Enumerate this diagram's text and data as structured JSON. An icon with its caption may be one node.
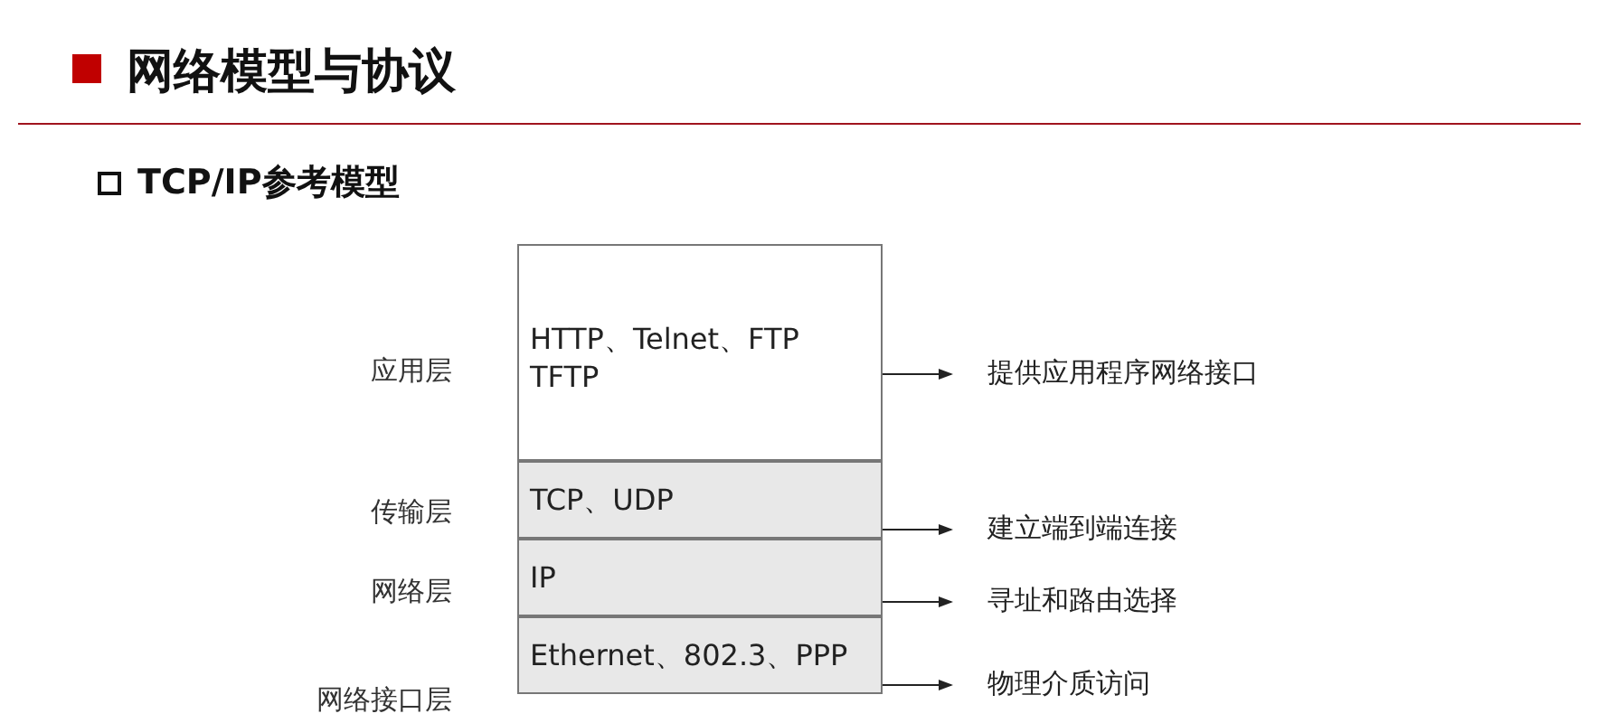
{
  "diagram": {
    "title": "网络模型与协议",
    "nodes": [
      {
        "text": [
          "HTTP、Telnet、FTP TFTP"
        ],
        "beside": [
          "应用层"
        ]
      },
      {
        "text": [
          "TCP、UDP"
        ],
        "beside": [
          "传输层"
        ]
      },
      {
        "text": [
          "IP"
        ],
        "beside": [
          "网络层"
        ]
      },
      {
        "text": [
          "Ethernet、802.3、PPP"
        ],
        "beside": [
          "网络接口层"
        ]
      },
      {
        "text": [
          "提供应用程序网络接口"
        ]
      },
      {
        "text": [
          "建立端到端连接"
        ]
      },
      {
        "text": [
          "寻址和路由选择"
        ]
      },
      {
        "text": [
          "物理介质访问"
        ]
      }
    ],
    "edges": [
      {
        "from": 0,
        "to": 4,
        "arrow": "to"
      },
      {
        "from": 1,
        "to": 5,
        "arrow": "to"
      },
      {
        "from": 2,
        "to": 6,
        "arrow": "to"
      },
      {
        "from": 3,
        "to": 7,
        "arrow": "to"
      }
    ],
    "labels": [
      "TCP/IP参考模型"
    ]
  }
}
